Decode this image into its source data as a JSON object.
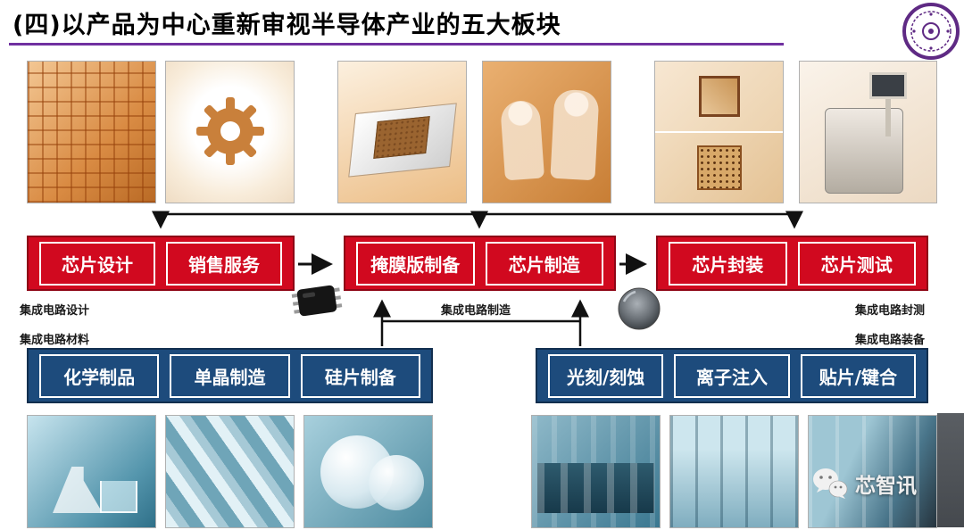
{
  "title": "(四)以产品为中心重新审视半导体产业的五大板块",
  "colors": {
    "title_underline": "#7030a0",
    "red_block": "#d1091f",
    "blue_block": "#1d4b7c",
    "logo_purple": "#5f2a84"
  },
  "red_groups": [
    {
      "caption": "集成电路设计",
      "boxes": [
        "芯片设计",
        "销售服务"
      ]
    },
    {
      "caption": "集成电路制造",
      "boxes": [
        "掩膜版制备",
        "芯片制造"
      ]
    },
    {
      "caption": "集成电路封测",
      "boxes": [
        "芯片封装",
        "芯片测试"
      ]
    }
  ],
  "blue_groups": [
    {
      "caption": "集成电路材料",
      "boxes": [
        "化学制品",
        "单晶制造",
        "硅片制备"
      ]
    },
    {
      "caption": "集成电路装备",
      "boxes": [
        "光刻/刻蚀",
        "离子注入",
        "贴片/键合"
      ]
    }
  ],
  "images": {
    "top": [
      "chip-layout",
      "gear-tools",
      "wafer-laptop",
      "cleanroom-workers",
      "chip-packages",
      "test-equipment"
    ],
    "bottom": [
      "lab-chemicals",
      "crystal-ingots",
      "silicon-wafers",
      "litho-equipment",
      "fab-equipment",
      "smt-machines"
    ]
  },
  "watermark": {
    "text": "芯智讯",
    "icon": "wechat-icon"
  }
}
